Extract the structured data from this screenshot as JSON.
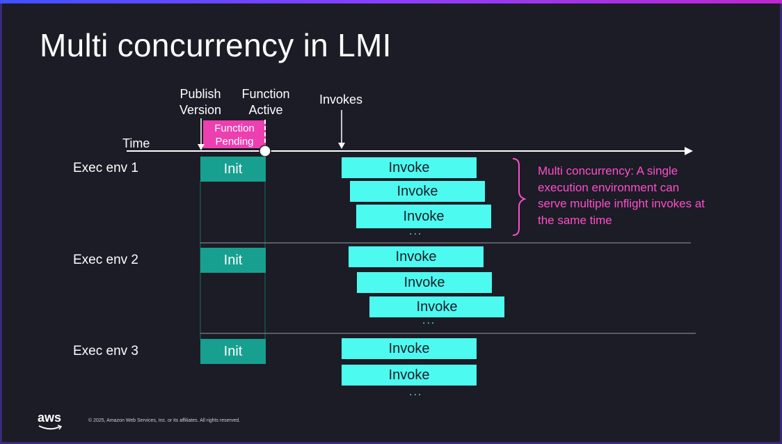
{
  "title": "Multi concurrency in LMI",
  "timeline": {
    "time_label": "Time",
    "publish_label": "Publish\nVersion",
    "active_label": "Function\nActive",
    "invokes_label": "Invokes",
    "pending_label": "Function\nPending"
  },
  "envs": [
    {
      "label": "Exec env 1",
      "init": "Init",
      "invokes": [
        "Invoke",
        "Invoke",
        "Invoke"
      ],
      "more": "..."
    },
    {
      "label": "Exec env 2",
      "init": "Init",
      "invokes": [
        "Invoke",
        "Invoke",
        "Invoke"
      ],
      "more": "..."
    },
    {
      "label": "Exec env 3",
      "init": "Init",
      "invokes": [
        "Invoke",
        "Invoke"
      ],
      "more": "..."
    }
  ],
  "note": "Multi concurrency: A single execution environment can serve multiple inflight invokes at the same time",
  "footer": {
    "logo": "aws",
    "copyright": "© 2025, Amazon Web Services, Inc. or its affiliates. All rights reserved."
  },
  "colors": {
    "background": "#1b1c26",
    "init": "#17a090",
    "invoke": "#4dfaf0",
    "pending": "#ec3fb0",
    "note": "#ff4fc7"
  }
}
